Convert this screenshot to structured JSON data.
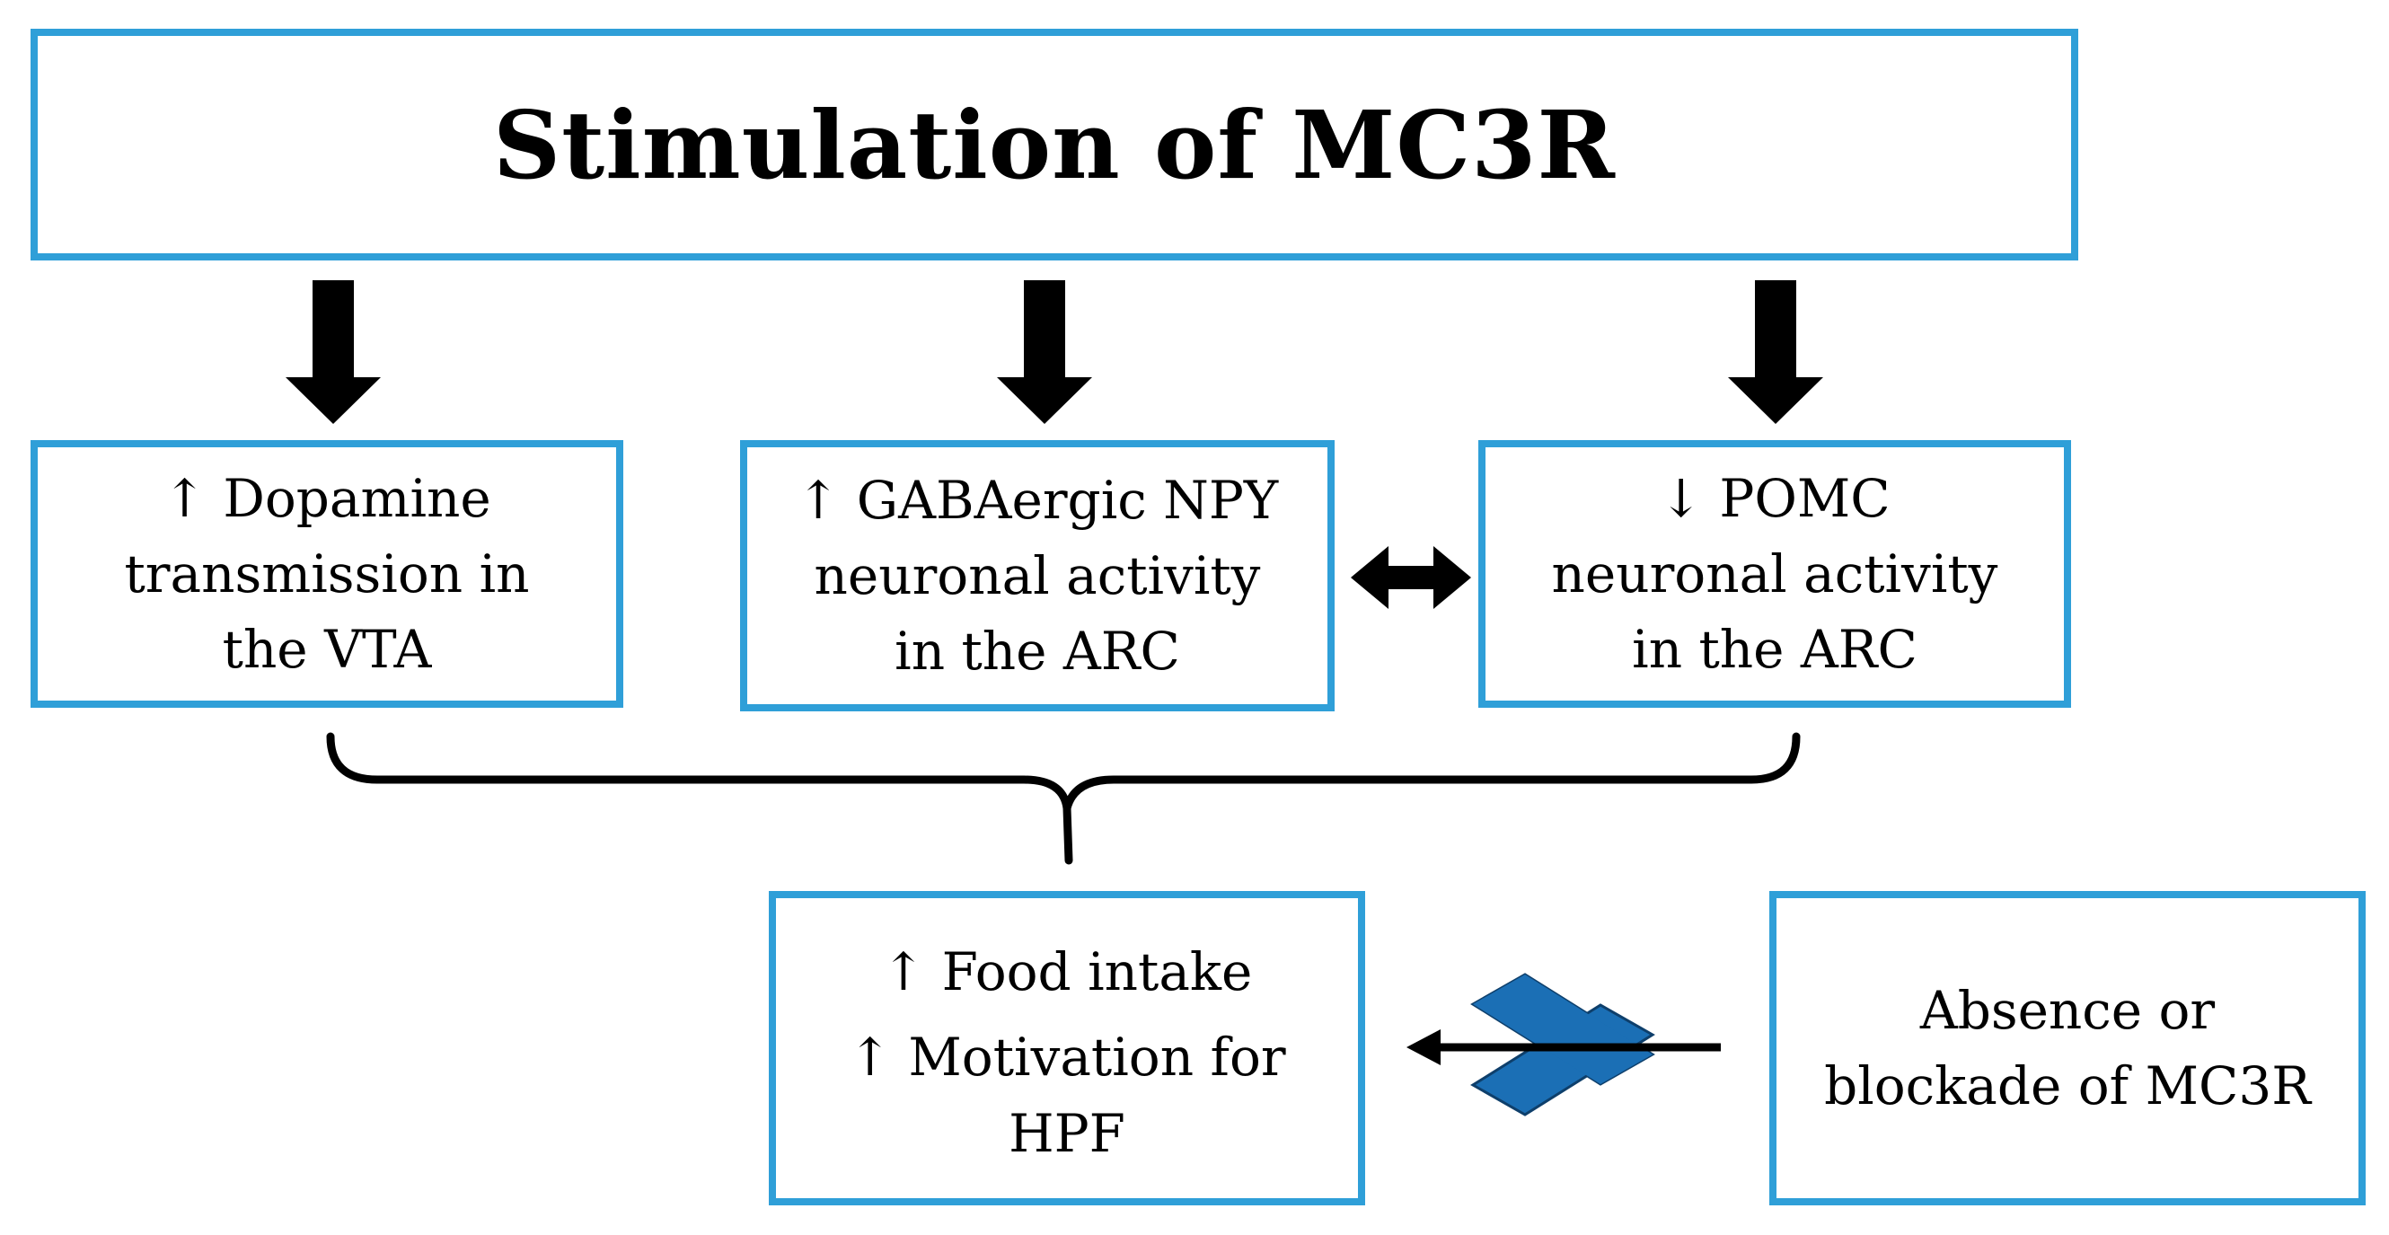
{
  "colors": {
    "box_border": "#2f9fd8",
    "arrow": "#000000",
    "cross": "#1b6fb5"
  },
  "title_box": {
    "title": "Stimulation of MC3R"
  },
  "effects": [
    {
      "line1": "↑ Dopamine",
      "line2": "transmission in",
      "line3": "the VTA"
    },
    {
      "line1": "↑ GABAergic NPY",
      "line2": "neuronal activity",
      "line3": "in the ARC"
    },
    {
      "line1": "↓ POMC",
      "line2": "neuronal activity",
      "line3": "in the ARC"
    }
  ],
  "outcome_box": {
    "line1": "↑ Food intake",
    "line2": "↑ Motivation for",
    "line3": "HPF"
  },
  "blockade_box": {
    "line1": "Absence or",
    "line2": "blockade of MC3R"
  },
  "icons": {
    "down_arrow": "down-arrow-icon",
    "double_arrow": "double-headed-arrow-icon",
    "blocked_arrow": "blocked-arrow-icon",
    "cross": "cross-icon"
  }
}
